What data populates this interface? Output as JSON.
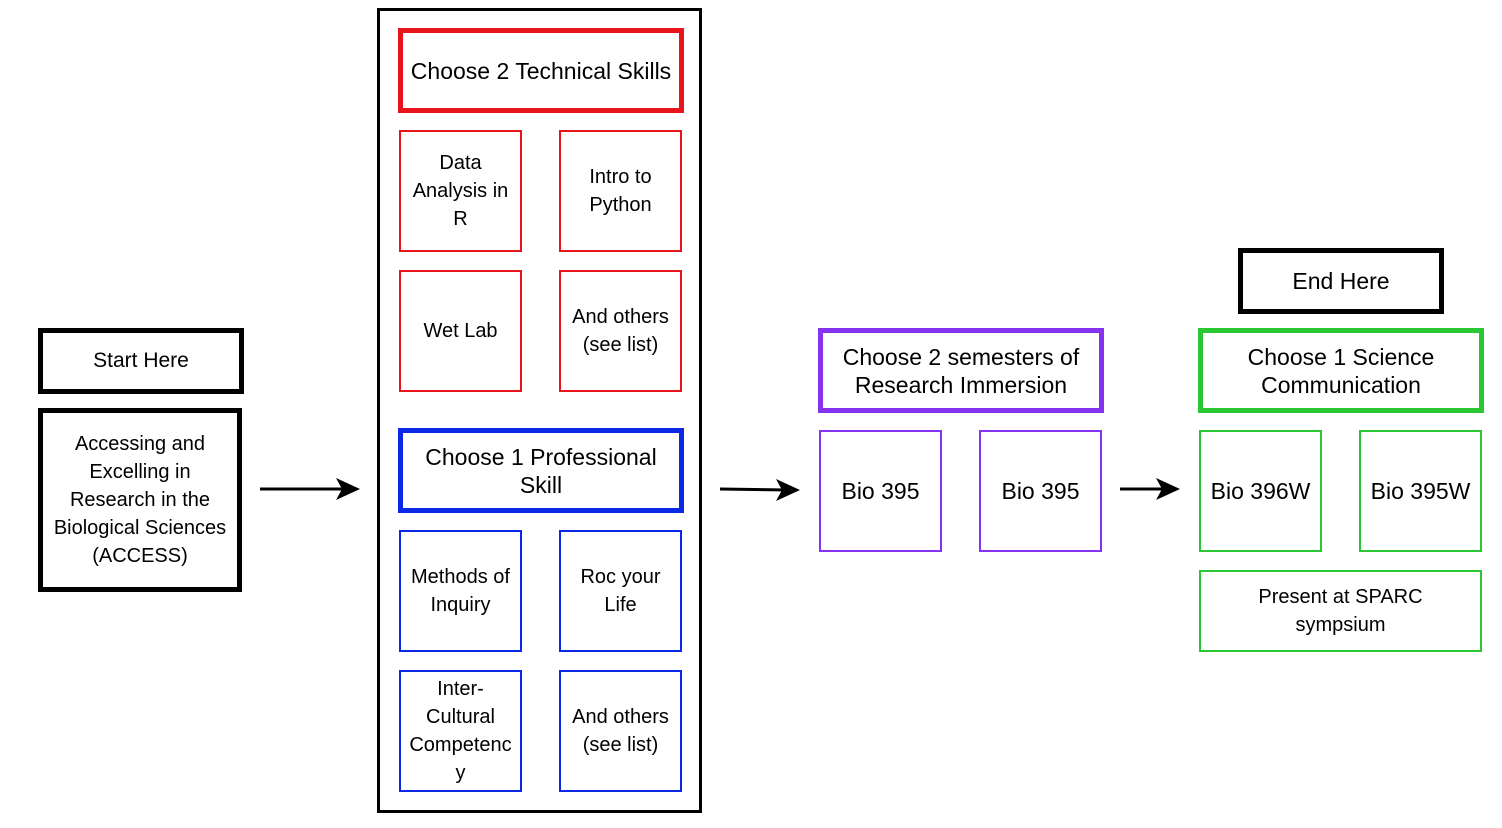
{
  "start": {
    "header": "Start Here",
    "course": "Accessing and Excelling in Research in the Biological Sciences (ACCESS)"
  },
  "technical": {
    "header": "Choose 2 Technical Skills",
    "options": [
      "Data Analysis in R",
      "Intro to Python",
      "Wet Lab",
      "And others (see list)"
    ]
  },
  "professional": {
    "header": "Choose 1 Professional Skill",
    "options": [
      "Methods of Inquiry",
      "Roc your Life",
      "Inter-Cultural Competency",
      "And others (see list)"
    ]
  },
  "research": {
    "header": "Choose 2 semesters of Research Immersion",
    "options": [
      "Bio 395",
      "Bio 395"
    ]
  },
  "communication": {
    "end_label": "End Here",
    "header": "Choose 1 Science Communication",
    "options": [
      "Bio 396W",
      "Bio 395W"
    ],
    "present": "Present at SPARC sympsium"
  },
  "colors": {
    "start": "#000000",
    "technical": "#e8141c",
    "professional": "#0b28e6",
    "research": "#8533f0",
    "communication": "#29c832"
  }
}
